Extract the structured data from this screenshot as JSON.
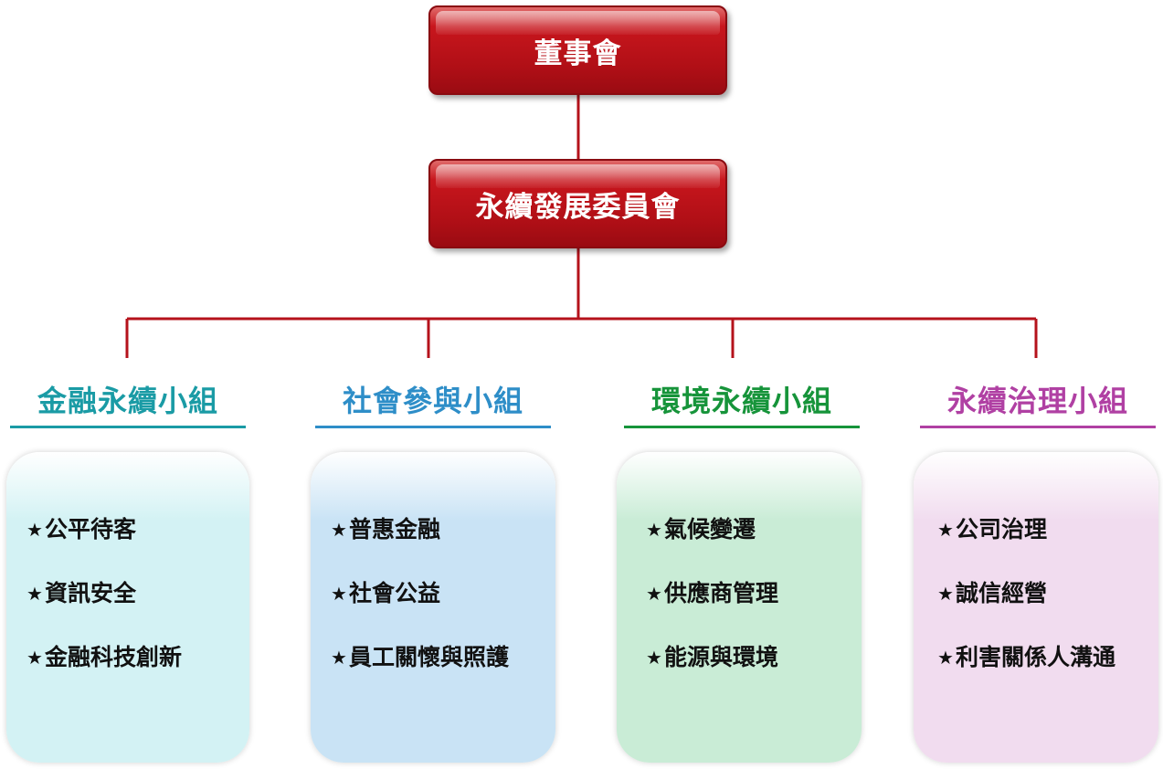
{
  "board": {
    "label": "董事會"
  },
  "committee": {
    "label": "永續發展委員會"
  },
  "bullet_glyph": "★",
  "groups": [
    {
      "title": "金融永續小組",
      "title_color": "#1a9ba5",
      "underline_color": "#1a9ba5",
      "card_color": "#d3f2f4",
      "items": [
        "公平待客",
        "資訊安全",
        "金融科技創新"
      ]
    },
    {
      "title": "社會參與小組",
      "title_color": "#2e8ec8",
      "underline_color": "#2e8ec8",
      "card_color": "#c9e3f5",
      "items": [
        "普惠金融",
        "社會公益",
        "員工關懷與照護"
      ]
    },
    {
      "title": "環境永續小組",
      "title_color": "#16943a",
      "underline_color": "#16943a",
      "card_color": "#c9ecd6",
      "items": [
        "氣候變遷",
        "供應商管理",
        "能源與環境"
      ]
    },
    {
      "title": "永續治理小組",
      "title_color": "#b040a3",
      "underline_color": "#b040a3",
      "card_color": "#f1dcef",
      "items": [
        "公司治理",
        "誠信經營",
        "利害關係人溝通"
      ]
    }
  ],
  "colors": {
    "connector": "#b5121b"
  }
}
